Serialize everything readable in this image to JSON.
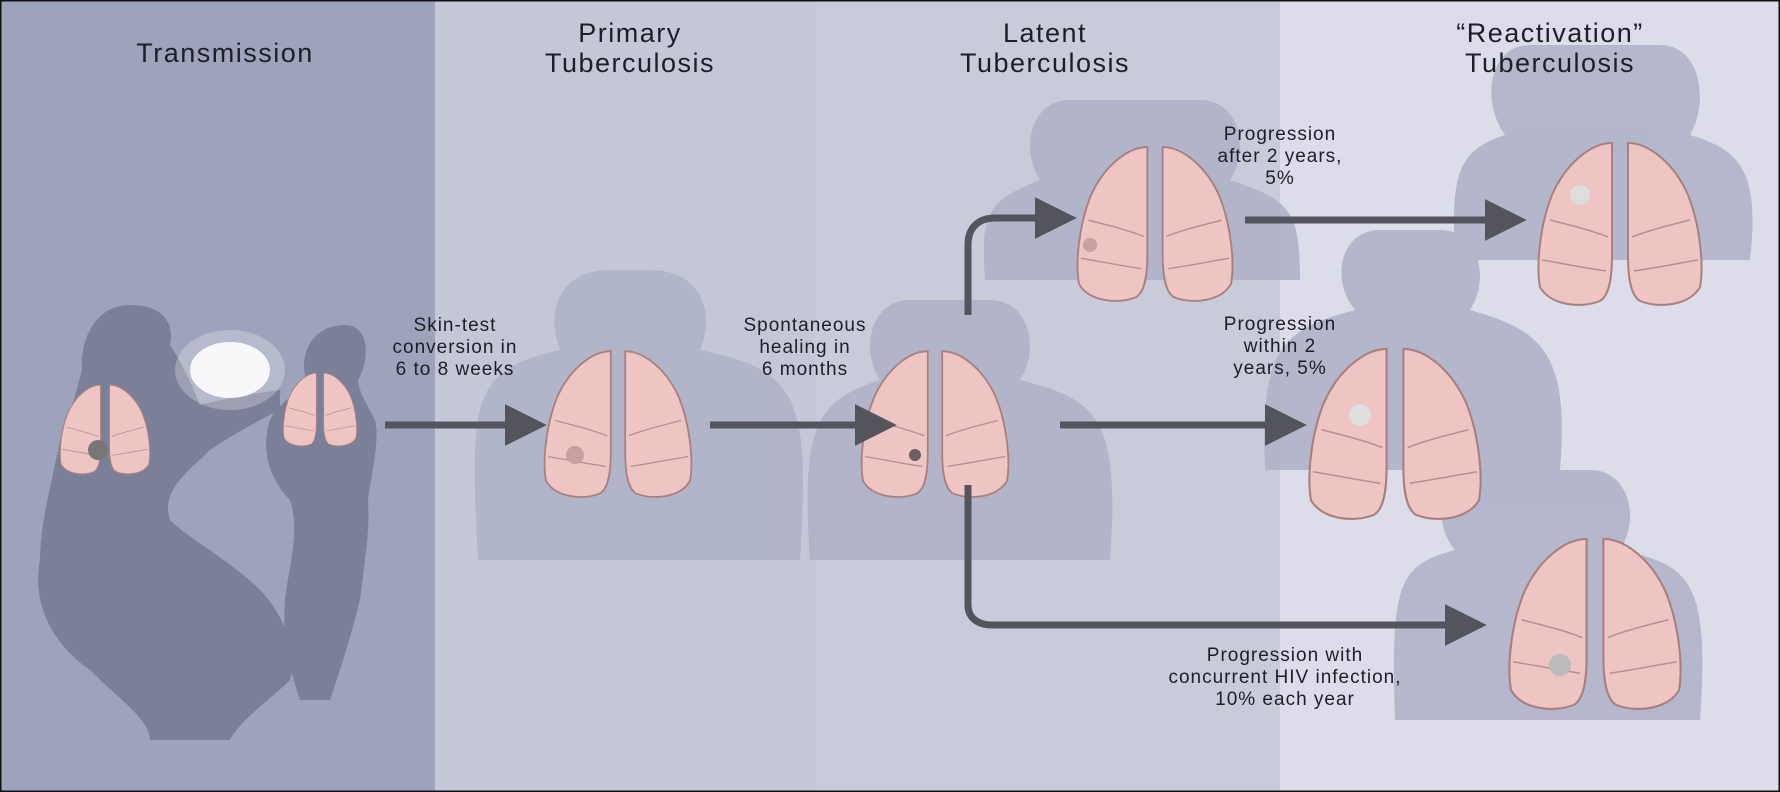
{
  "stages": {
    "transmission": "Transmission",
    "primary": "Primary\nTuberculosis",
    "latent": "Latent\nTuberculosis",
    "reactivation": "“Reactivation”\nTuberculosis"
  },
  "annotations": {
    "skin_test": "Skin-test\nconversion in\n6 to 8 weeks",
    "healing": "Spontaneous\nhealing in\n6 months",
    "after_two_years": "Progression\nafter 2 years,\n5%",
    "within_two_years": "Progression\nwithin 2\nyears, 5%",
    "hiv": "Progression with\nconcurrent HIV infection,\n10% each year"
  },
  "colors": {
    "panel_transmission": "#9ea3bc",
    "panel_primary": "#c4c7d8",
    "panel_latent": "#c9cbdb",
    "panel_reactivation": "#dcdde8",
    "silhouette": "#aeb1c7",
    "lung": "#efc5c4",
    "lung_outline": "#a88080",
    "arrow": "#54545c",
    "text": "#1e1e28"
  }
}
